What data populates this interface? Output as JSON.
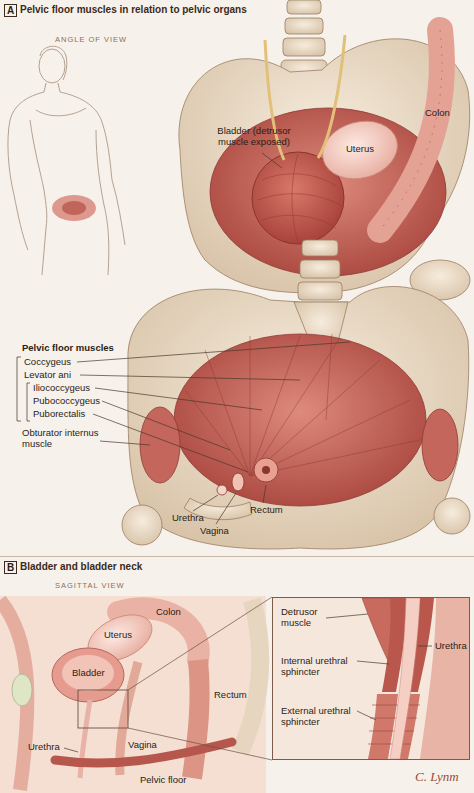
{
  "diagram": {
    "nodes": [
      {
        "text": [
          "A",
          "Pelvic floor muscles in relation to pelvic organs"
        ]
      },
      {
        "text": [
          "B",
          "Bladder and bladder neck"
        ]
      },
      {
        "text": [
          "Detrusor muscle",
          "Urethra",
          "Internal urethral sphincter",
          "External urethral sphincter"
        ],
        "in": 1
      }
    ],
    "labels": [
      "ANGLE OF VIEW",
      "Bladder (detrusor muscle exposed)",
      "Uterus",
      "Colon",
      "Pelvic floor muscles",
      "Coccygeus",
      "Levator ani",
      "Iliococcygeus",
      "Pubococcygeus",
      "Puborectalis",
      "Obturator internus muscle",
      "Urethra",
      "Vagina",
      "Rectum",
      "SAGITTAL VIEW",
      "Uterus",
      "Colon",
      "Bladder",
      "Rectum",
      "Urethra",
      "Vagina",
      "Pelvic floor",
      "C. Lynm"
    ]
  }
}
